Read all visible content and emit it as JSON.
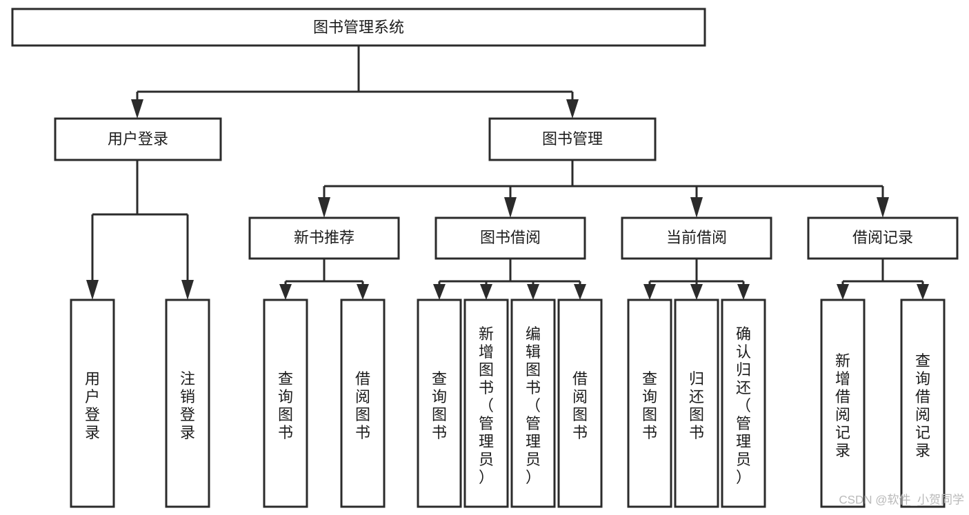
{
  "diagram": {
    "title": "图书管理系统",
    "type": "functional-structure-tree",
    "watermark": "CSDN @软件_小贺同学",
    "accent_color": "#2b2b2b",
    "background_color": "#ffffff",
    "node_fill": "#ffffff",
    "nodes": {
      "root": {
        "label": "图书管理系统",
        "orientation": "horizontal"
      },
      "level1": [
        {
          "id": "user-login",
          "label": "用户登录",
          "orientation": "horizontal"
        },
        {
          "id": "book-manage",
          "label": "图书管理",
          "orientation": "horizontal"
        }
      ],
      "level2": [
        {
          "id": "new-book-recommend",
          "label": "新书推荐",
          "orientation": "horizontal",
          "parent": "book-manage"
        },
        {
          "id": "book-borrow",
          "label": "图书借阅",
          "orientation": "horizontal",
          "parent": "book-manage"
        },
        {
          "id": "current-borrow",
          "label": "当前借阅",
          "orientation": "horizontal",
          "parent": "book-manage"
        },
        {
          "id": "borrow-record",
          "label": "借阅记录",
          "orientation": "horizontal",
          "parent": "book-manage"
        }
      ],
      "leaves": [
        {
          "id": "leaf-user-login",
          "label": "用户登录",
          "orientation": "vertical",
          "parent": "user-login"
        },
        {
          "id": "leaf-user-logout",
          "label": "注销登录",
          "orientation": "vertical",
          "parent": "user-login"
        },
        {
          "id": "leaf-query-book-1",
          "label": "查询图书",
          "orientation": "vertical",
          "parent": "new-book-recommend"
        },
        {
          "id": "leaf-borrow-book-1",
          "label": "借阅图书",
          "orientation": "vertical",
          "parent": "new-book-recommend"
        },
        {
          "id": "leaf-query-book-2",
          "label": "查询图书",
          "orientation": "vertical",
          "parent": "book-borrow"
        },
        {
          "id": "leaf-add-book",
          "label": "新增图书（管理员）",
          "orientation": "vertical",
          "parent": "book-borrow"
        },
        {
          "id": "leaf-edit-book",
          "label": "编辑图书（管理员）",
          "orientation": "vertical",
          "parent": "book-borrow"
        },
        {
          "id": "leaf-borrow-book-2",
          "label": "借阅图书",
          "orientation": "vertical",
          "parent": "book-borrow"
        },
        {
          "id": "leaf-query-book-3",
          "label": "查询图书",
          "orientation": "vertical",
          "parent": "current-borrow"
        },
        {
          "id": "leaf-return-book",
          "label": "归还图书",
          "orientation": "vertical",
          "parent": "current-borrow"
        },
        {
          "id": "leaf-confirm-return",
          "label": "确认归还（管理员）",
          "orientation": "vertical",
          "parent": "current-borrow"
        },
        {
          "id": "leaf-add-record",
          "label": "新增借阅记录",
          "orientation": "vertical",
          "parent": "borrow-record"
        },
        {
          "id": "leaf-query-record",
          "label": "查询借阅记录",
          "orientation": "vertical",
          "parent": "borrow-record"
        }
      ]
    }
  }
}
